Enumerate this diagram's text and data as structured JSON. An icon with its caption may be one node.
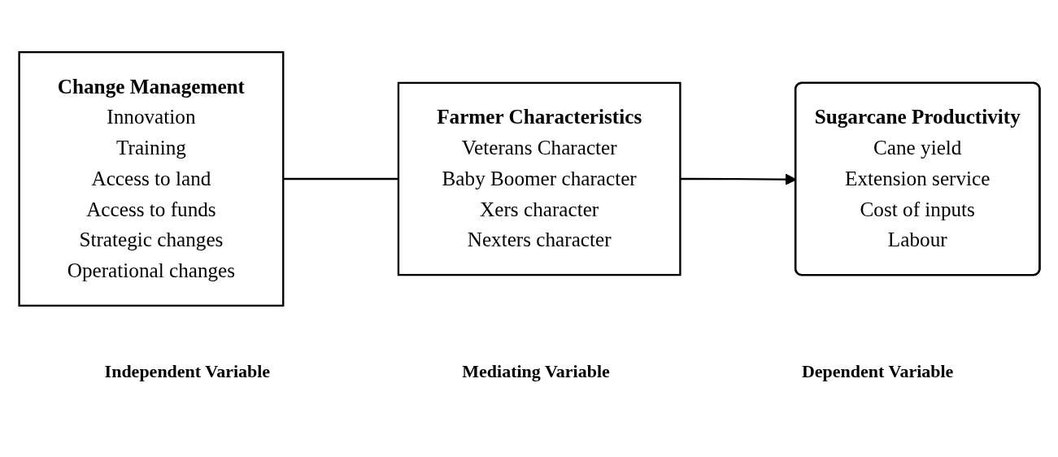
{
  "diagram": {
    "nodes": [
      {
        "text": [
          "Change Management",
          "Innovation",
          "Training",
          "Access to land",
          "Access to funds",
          "Strategic changes",
          "Operational changes"
        ]
      },
      {
        "text": [
          "Farmer Characteristics",
          "Veterans Character",
          "Baby Boomer character",
          "Xers character",
          "Nexters character"
        ]
      },
      {
        "text": [
          "Sugarcane Productivity",
          "Cane yield",
          "Extension service",
          "Cost of inputs",
          "Labour"
        ]
      }
    ],
    "edges": [
      {
        "from": 0,
        "to": 1,
        "arrow": "none"
      },
      {
        "from": 1,
        "to": 2,
        "arrow": "to"
      }
    ],
    "labels": [
      "Dependent Variable",
      "Mediating Variable",
      "Independent Variable"
    ]
  }
}
